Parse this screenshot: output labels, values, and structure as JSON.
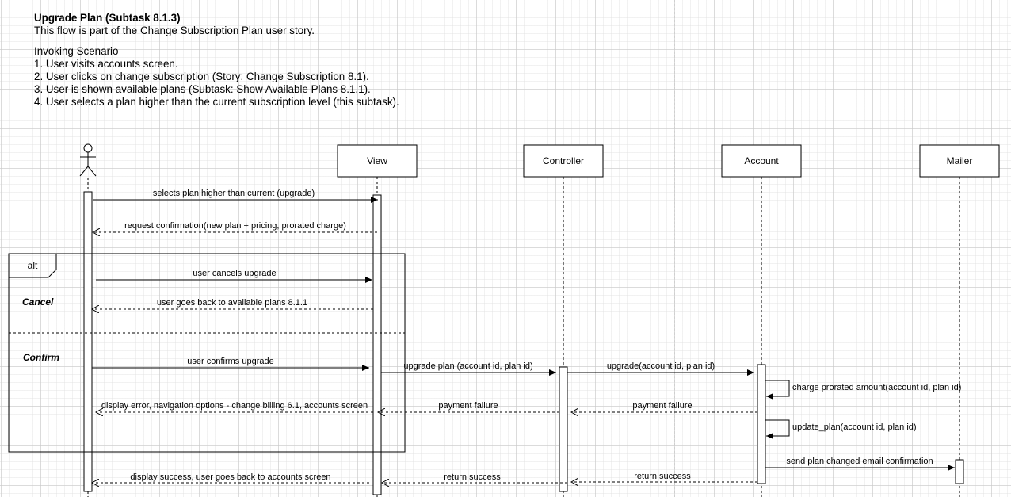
{
  "header": {
    "title": "Upgrade Plan (Subtask 8.1.3)",
    "subtitle": "This flow is part of the Change Subscription Plan user story.",
    "scenario_title": "Invoking Scenario",
    "steps": [
      "1. User visits accounts screen.",
      "2. User clicks on change subscription (Story: Change Subscription 8.1).",
      "3. User is shown available plans (Subtask: Show Available Plans 8.1.1).",
      "4. User selects a plan higher than the current subscription level (this subtask)."
    ]
  },
  "participants": [
    {
      "id": "user",
      "type": "actor",
      "label": ""
    },
    {
      "id": "view",
      "type": "box",
      "label": "View"
    },
    {
      "id": "controller",
      "type": "box",
      "label": "Controller"
    },
    {
      "id": "account",
      "type": "box",
      "label": "Account"
    },
    {
      "id": "mailer",
      "type": "box",
      "label": "Mailer"
    }
  ],
  "fragment": {
    "operator": "alt",
    "guards": [
      "Cancel",
      "Confirm"
    ],
    "guard_color": "#3333cc"
  },
  "messages": [
    {
      "id": "m1",
      "from": "user",
      "to": "view",
      "kind": "sync",
      "label": "selects plan higher than current (upgrade)"
    },
    {
      "id": "m2",
      "from": "view",
      "to": "user",
      "kind": "return",
      "label": "request confirmation(new plan + pricing, prorated charge)"
    },
    {
      "id": "m3",
      "from": "user",
      "to": "view",
      "kind": "sync",
      "label": "user cancels upgrade"
    },
    {
      "id": "m4",
      "from": "view",
      "to": "user",
      "kind": "return",
      "label": "user goes back to available plans 8.1.1"
    },
    {
      "id": "m5",
      "from": "user",
      "to": "view",
      "kind": "sync",
      "label": "user confirms upgrade"
    },
    {
      "id": "m6",
      "from": "view",
      "to": "controller",
      "kind": "sync",
      "label": "upgrade plan (account id, plan id)"
    },
    {
      "id": "m7",
      "from": "controller",
      "to": "account",
      "kind": "sync",
      "label": "upgrade(account id, plan id)"
    },
    {
      "id": "m8",
      "from": "account",
      "to": "account",
      "kind": "self",
      "label": "charge prorated amount(account id, plan id)"
    },
    {
      "id": "m9",
      "from": "account",
      "to": "controller",
      "kind": "return",
      "label": "payment failure"
    },
    {
      "id": "m10",
      "from": "controller",
      "to": "view",
      "kind": "return",
      "label": "payment failure"
    },
    {
      "id": "m11",
      "from": "view",
      "to": "user",
      "kind": "return",
      "label": "display error, navigation options - change billing 6.1, accounts screen"
    },
    {
      "id": "m12",
      "from": "account",
      "to": "account",
      "kind": "self",
      "label": "update_plan(account id, plan id)"
    },
    {
      "id": "m13",
      "from": "account",
      "to": "mailer",
      "kind": "sync",
      "label": "send plan changed email confirmation"
    },
    {
      "id": "m14",
      "from": "account",
      "to": "controller",
      "kind": "return",
      "label": "return success"
    },
    {
      "id": "m15",
      "from": "controller",
      "to": "view",
      "kind": "return",
      "label": "return success"
    },
    {
      "id": "m16",
      "from": "view",
      "to": "user",
      "kind": "return",
      "label": "display success, user goes back to accounts screen"
    }
  ]
}
